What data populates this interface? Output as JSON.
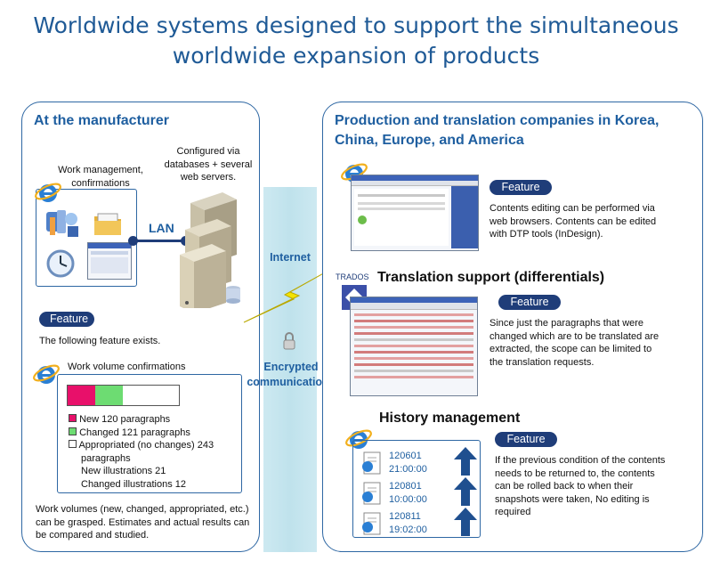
{
  "title": {
    "line1": "Worldwide systems designed to support the simultaneous",
    "line2": "worldwide  expansion of products"
  },
  "left": {
    "heading": "At the manufacturer",
    "work_mgmt": [
      "Work management,",
      "confirmations"
    ],
    "server_note": [
      "Configured via",
      "databases + several",
      "web servers."
    ],
    "lan": "LAN",
    "feature_label": "Feature",
    "feature_text": "The following feature exists.",
    "volume_title": "Work volume confirmations",
    "volume_bar": {
      "new": 120,
      "changed": 121,
      "appropriated": 243
    },
    "legend": [
      {
        "label": "New 120 paragraphs",
        "color": "#e8106a"
      },
      {
        "label": "Changed 121 paragraphs",
        "color": "#6ddc72"
      },
      {
        "label": "Appropriated (no changes) 243",
        "color": "#ffffff"
      }
    ],
    "legend_extra": [
      "paragraphs",
      "New illustrations 21",
      "Changed illustrations 12"
    ],
    "summary": [
      "Work volumes (new, changed, appropriated, etc.)",
      "can be grasped. Estimates and actual results can",
      "be compared and studied."
    ]
  },
  "middle": {
    "internet": "Internet",
    "encrypted": [
      "Encrypted",
      "communications"
    ]
  },
  "right": {
    "heading": [
      "Production and translation companies in Korea,",
      "China, Europe, and America"
    ],
    "feature_label": "Feature",
    "editing_text": [
      "Contents editing can be performed via",
      "web browsers. Contents can be edited",
      "with DTP tools (InDesign)."
    ],
    "trados": "TRADOS",
    "translation_heading": "Translation support (differentials)",
    "translation_text": [
      "Since just the paragraphs that were",
      "changed which are to be translated are",
      "extracted, the scope can be limited to",
      "the translation requests."
    ],
    "history_heading": "History management",
    "history_items": [
      {
        "code": "120601",
        "time": "21:00:00"
      },
      {
        "code": "120801",
        "time": "10:00:00"
      },
      {
        "code": "120811",
        "time": "19:02:00"
      }
    ],
    "history_text": [
      "If the previous condition of the contents",
      "needs to be returned to, the contents",
      "can be rolled back to when their",
      "snapshots were taken, No editing is",
      "required"
    ]
  }
}
